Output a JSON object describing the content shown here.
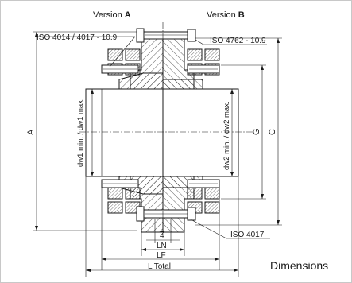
{
  "versions": {
    "a_prefix": "Version ",
    "a_letter": "A",
    "b_prefix": "Version ",
    "b_letter": "B"
  },
  "callouts": {
    "bolt_a": "ISO 4014 / 4017 - 10.9",
    "bolt_b": "ISO 4762 - 10.9",
    "bottom_bolt": "ISO 4017"
  },
  "dimensions": {
    "A": "A",
    "C": "C",
    "G": "G",
    "dw1": "dw1 min. / dw1 max.",
    "dw2": "dw2 min. / dw2 max.",
    "Z": "Z",
    "LN": "LN",
    "LF": "LF",
    "L_total": "L Total"
  },
  "caption": "Dimensions",
  "colors": {
    "line": "#1a1a1a",
    "border": "#c8c8c8",
    "background": "#ffffff"
  }
}
